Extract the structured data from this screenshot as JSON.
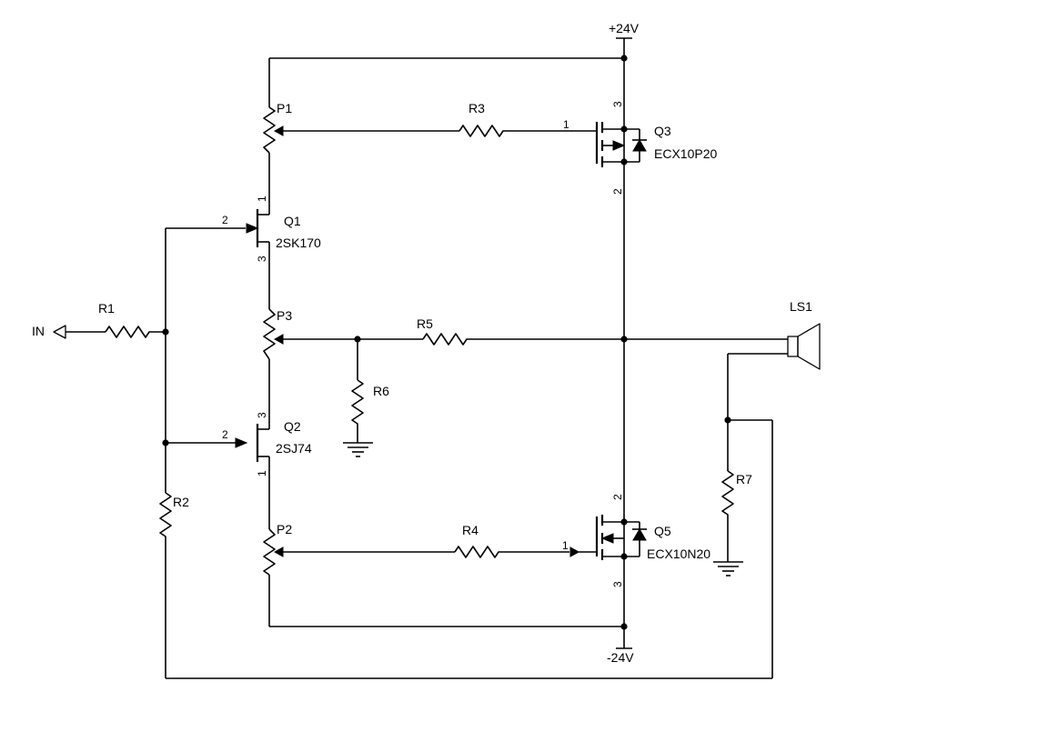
{
  "supplies": {
    "positive": "+24V",
    "negative": "-24V"
  },
  "input": {
    "label": "IN"
  },
  "speaker": {
    "ref": "LS1"
  },
  "resistors": {
    "r1": "R1",
    "r2": "R2",
    "r3": "R3",
    "r4": "R4",
    "r5": "R5",
    "r6": "R6",
    "r7": "R7"
  },
  "potentiometers": {
    "p1": "P1",
    "p2": "P2",
    "p3": "P3"
  },
  "transistors": {
    "q1": {
      "ref": "Q1",
      "part": "2SK170"
    },
    "q2": {
      "ref": "Q2",
      "part": "2SJ74"
    },
    "q3": {
      "ref": "Q3",
      "part": "ECX10P20"
    },
    "q5": {
      "ref": "Q5",
      "part": "ECX10N20"
    }
  },
  "pins": {
    "p1": "1",
    "p2": "2",
    "p3": "3"
  }
}
